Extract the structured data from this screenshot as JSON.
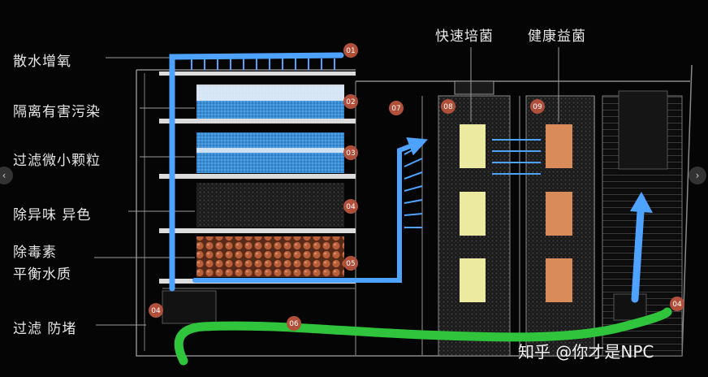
{
  "left_labels": [
    {
      "text": "散水增氧"
    },
    {
      "text": "隔离有害污染"
    },
    {
      "text": "过滤微小颗粒"
    },
    {
      "text": "除异味 异色"
    },
    {
      "text": "除毒素"
    },
    {
      "text": "平衡水质"
    },
    {
      "text": "过滤 防堵"
    }
  ],
  "top_labels": [
    {
      "text": "快速培菌"
    },
    {
      "text": "健康益菌"
    }
  ],
  "badges": [
    "01",
    "02",
    "03",
    "04",
    "05",
    "07",
    "08",
    "09",
    "04",
    "06",
    "04"
  ],
  "watermark": "知乎 @你才是NPC",
  "nav": {
    "prev": "‹",
    "next": "›"
  },
  "colors": {
    "flow_blue": "#4da3ff",
    "flow_green": "#2fc43c",
    "badge": "#b0503a",
    "sponge_blue": "#3b8fd6",
    "ceramic": "#b85f3a",
    "bio_yellow": "#ece9a0",
    "bio_orange": "#d98b5a"
  }
}
